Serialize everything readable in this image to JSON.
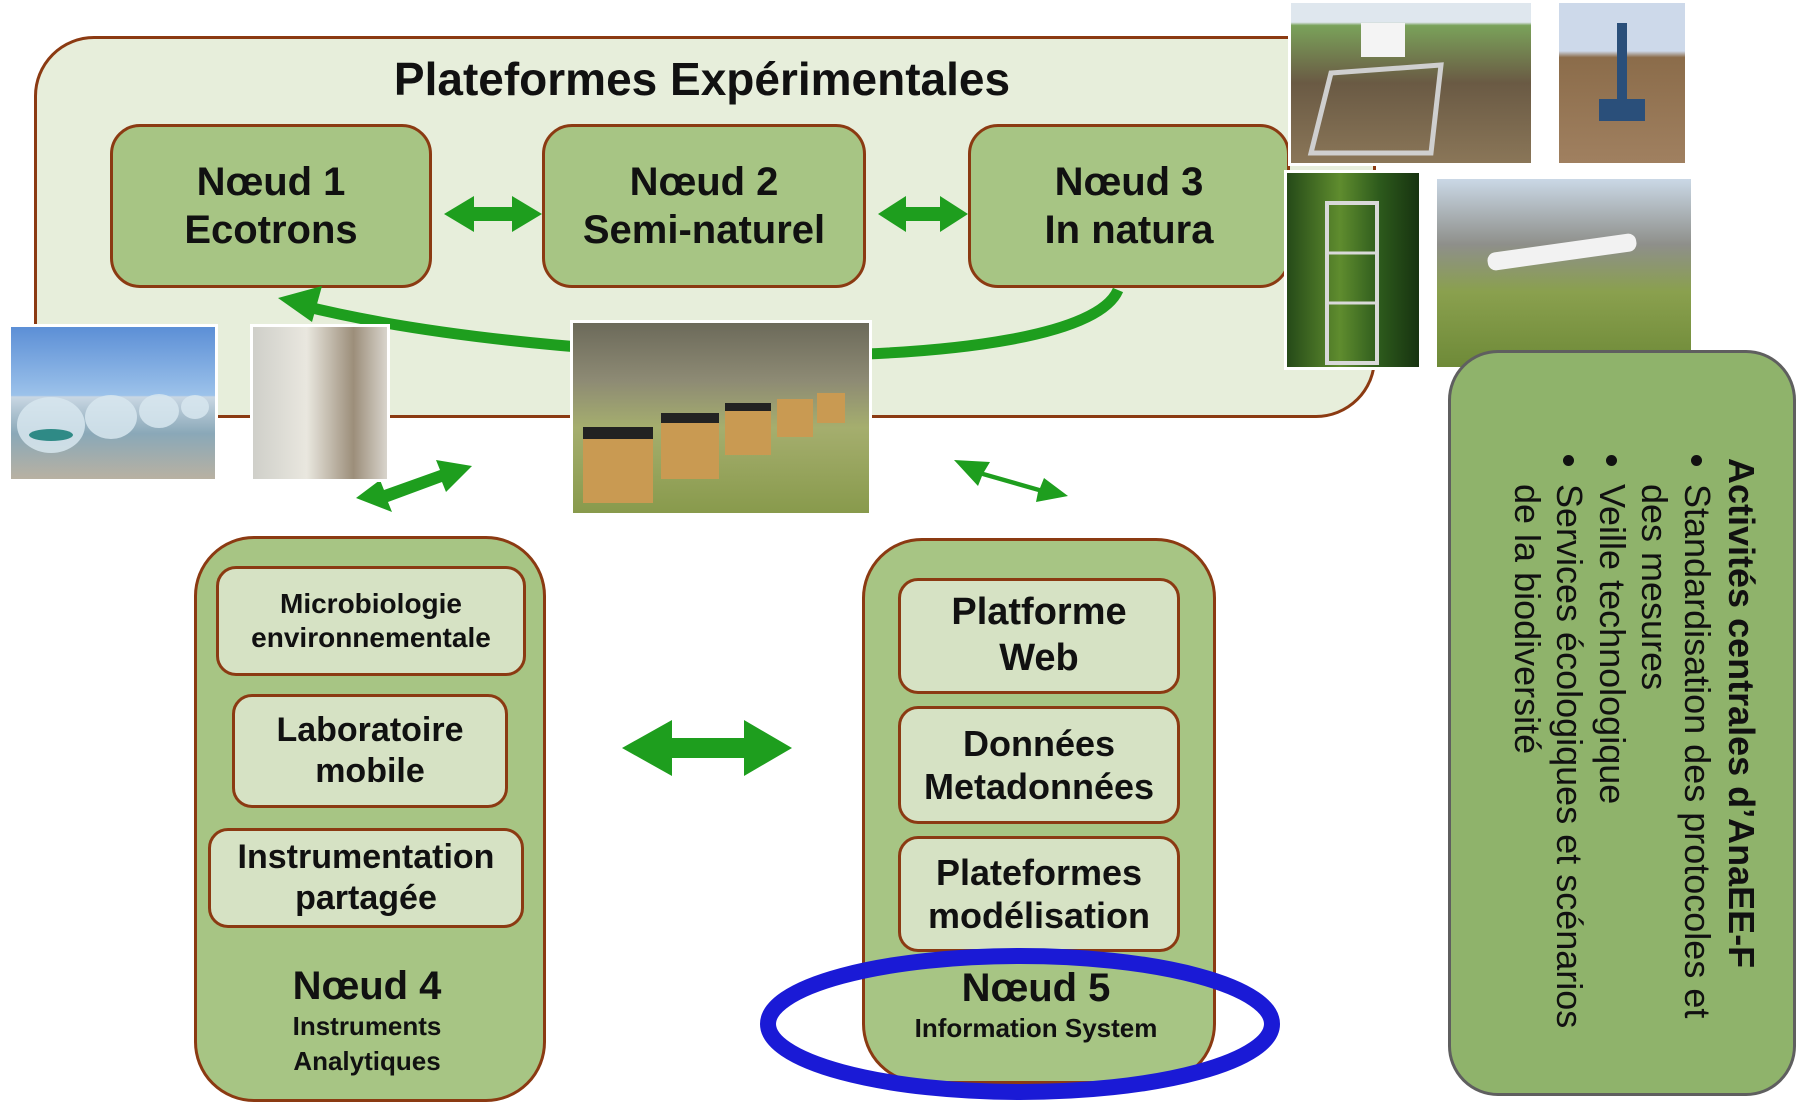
{
  "platforms": {
    "title": "Plateformes Expérimentales",
    "node1": {
      "line1": "Nœud 1",
      "line2": "Ecotrons"
    },
    "node2": {
      "line1": "Nœud 2",
      "line2": "Semi-naturel"
    },
    "node3": {
      "line1": "Nœud 3",
      "line2": "In natura"
    }
  },
  "node4": {
    "items": [
      {
        "line1": "Microbiologie",
        "line2": "environnementale"
      },
      {
        "line1": "Laboratoire",
        "line2": "mobile"
      },
      {
        "line1": "Instrumentation",
        "line2": "partagée"
      }
    ],
    "label": "Nœud 4",
    "sub1": "Instruments",
    "sub2": "Analytiques"
  },
  "node5": {
    "items": [
      {
        "line1": "Platforme",
        "line2": "Web"
      },
      {
        "line1": "Données",
        "line2": "Metadonnées"
      },
      {
        "line1": "Plateformes",
        "line2": "modélisation"
      }
    ],
    "label": "Nœud 5",
    "sub": "Information System"
  },
  "side": {
    "title": "Activités centrales d’AnaEE-F",
    "bullets": [
      "Standardisation des protocoles et des mesures",
      "Veille technologique",
      "Services écologiques et scénarios de la biodiversité"
    ]
  },
  "colors": {
    "panel_bg": "#e7eedb",
    "node_fill": "#a7c584",
    "box_fill": "#d6e2c4",
    "border": "#8b3a12",
    "arrow_green": "#1e9e1e",
    "highlight_ellipse": "#1a1ad6",
    "side_fill": "#8fb36b"
  },
  "icons": [
    "double-arrow-icon",
    "curved-arrow-icon",
    "highlight-ellipse"
  ]
}
